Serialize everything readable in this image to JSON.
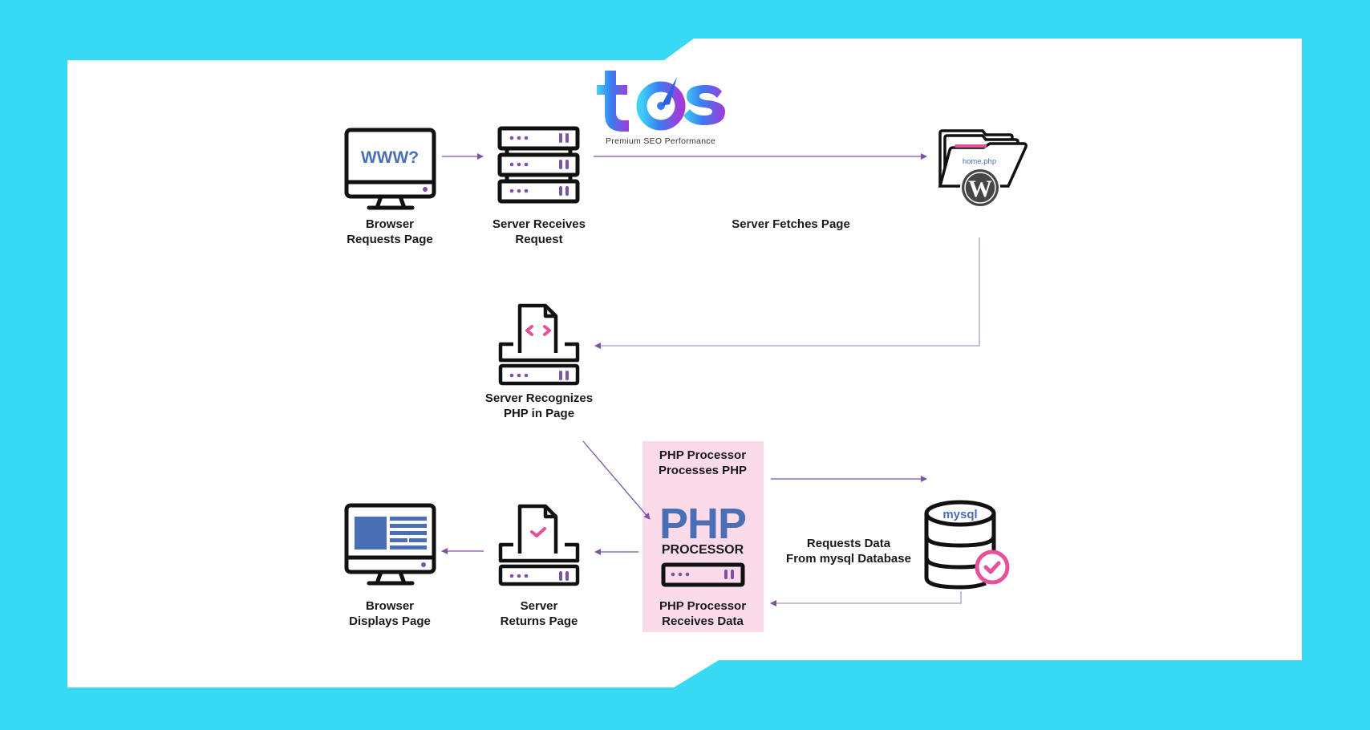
{
  "logo": {
    "text": "tos",
    "tagline": "Premium SEO Performance"
  },
  "colors": {
    "background": "#38d9f5",
    "card": "#ffffff",
    "arrow": "#7b52a6",
    "icon_accent_blue": "#4b6fb5",
    "icon_accent_pink": "#e6529a",
    "icon_dots": "#7b52a6",
    "highlight_box": "#fbdbea"
  },
  "steps": {
    "browser_requests": {
      "line1": "Browser",
      "line2": "Requests Page",
      "screen_text": "WWW?"
    },
    "server_receives": {
      "line1": "Server Receives",
      "line2": "Request"
    },
    "server_fetches": {
      "line1": "Server Fetches Page"
    },
    "file": {
      "filename": "home.php"
    },
    "server_recognizes": {
      "line1": "Server Recognizes",
      "line2": "PHP in Page"
    },
    "php_processes": {
      "line1": "PHP Processor",
      "line2": "Processes PHP"
    },
    "php_logo": {
      "big": "PHP",
      "sub": "PROCESSOR"
    },
    "php_receives": {
      "line1": "PHP Processor",
      "line2": "Receives Data"
    },
    "requests_data": {
      "line1": "Requests Data",
      "line2": "From mysql Database"
    },
    "database": {
      "label": "mysql"
    },
    "server_returns": {
      "line1": "Server",
      "line2": "Returns Page"
    },
    "browser_displays": {
      "line1": "Browser",
      "line2": "Displays Page"
    }
  }
}
